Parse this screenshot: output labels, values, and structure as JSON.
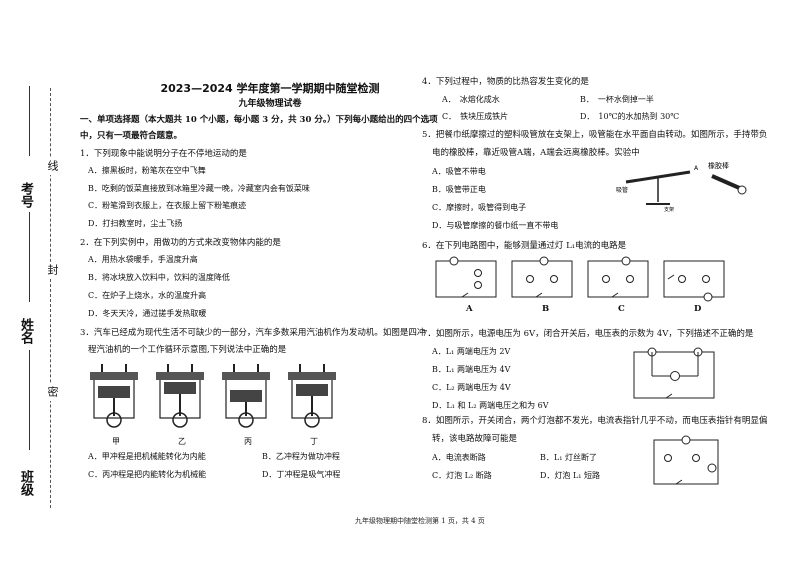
{
  "binding": {
    "exam_no_label": "考号",
    "name_label": "姓名",
    "class_label": "班级",
    "marks": [
      "线",
      "封",
      "密"
    ]
  },
  "header": {
    "title": "2023—2024 学年度第一学期期中随堂检测",
    "subtitle": "九年级物理试卷"
  },
  "section1": {
    "line1": "一、单项选择题（本大题共 10 个小题，每小题 3 分，共 30 分。）下列每小题给出的四个选项",
    "line2": "中，只有一项最符合题意。"
  },
  "questions": {
    "q1": {
      "stem": "1．下列现象中能说明分子在不停地运动的是",
      "options": [
        "A．擦黑板时，粉笔灰在空中飞舞",
        "B．吃剩的饭菜直接放到冰箱里冷藏一晚，冷藏室内会有饭菜味",
        "C．粉笔滑到衣服上，在衣服上留下粉笔痕迹",
        "D．打扫教室时，尘土飞扬"
      ]
    },
    "q2": {
      "stem": "2．在下列实例中，用做功的方式来改变物体内能的是",
      "options": [
        "A．用热水袋暖手，手温度升高",
        "B．将冰块放入饮料中，饮料的温度降低",
        "C．在炉子上烧水，水的温度升高",
        "D．冬天天冷，通过搓手发热取暖"
      ]
    },
    "q3": {
      "stem1": "3．汽车已经成为现代生活不可缺少的一部分，汽车多数采用汽油机作为发动机。如图是四冲",
      "stem2": "程汽油机的一个工作循环示意图,下列说法中正确的是",
      "figure_labels": [
        "甲",
        "乙",
        "丙",
        "丁"
      ],
      "options": [
        "A．甲冲程是把机械能转化为内能",
        "B．乙冲程为做功冲程",
        "C．丙冲程是把内能转化为机械能",
        "D．丁冲程是吸气冲程"
      ]
    },
    "q4": {
      "stem": "4．下列过程中，物质的比热容发生变化的是",
      "options": [
        "A．　冰熔化成水",
        "B．　一杯水倒掉一半",
        "C．　铁块压成铁片",
        "D．　10℃的水加热到 30℃"
      ]
    },
    "q5": {
      "stem1": "5．把餐巾纸摩擦过的塑料吸管放在支架上，吸管能在水平面自由转动。如图所示，手持带负",
      "stem2": "电的橡胶棒，靠近吸管A端，A端会远离橡胶棒。实验中",
      "options": [
        "A．吸管不带电",
        "B．吸管带正电",
        "C．摩擦时，吸管得到电子",
        "D．与吸管摩擦的餐巾纸一直不带电"
      ],
      "figure": {
        "straw": "吸管",
        "rod": "橡胶棒",
        "stand": "支架",
        "end_a": "A"
      }
    },
    "q6": {
      "stem": "6．在下列电路图中，能够测量通过灯 L₁电流的电路是",
      "labels": [
        "A",
        "B",
        "C",
        "D"
      ]
    },
    "q7": {
      "stem": "7．如图所示，电源电压为 6V，闭合开关后，电压表的示数为 4V，下列描述不正确的是",
      "options": [
        "A．L₁ 两端电压为 2V",
        "B．L₁ 两端电压为 4V",
        "C．L₂ 两端电压为 4V",
        "D．L₁ 和 L₂ 两端电压之和为 6V"
      ]
    },
    "q8": {
      "stem1": "8．如图所示，开关闭合，两个灯泡都不发光，电流表指针几乎不动，而电压表指针有明显偏",
      "stem2": "转，该电路故障可能是",
      "options": [
        "A．电流表断路",
        "B．L₁ 灯丝断了",
        "C．灯泡 L₂ 断路",
        "D．灯泡 L₁ 短路"
      ]
    }
  },
  "footer": "九年级物理期中随堂检测第 1 页，共 4 页"
}
